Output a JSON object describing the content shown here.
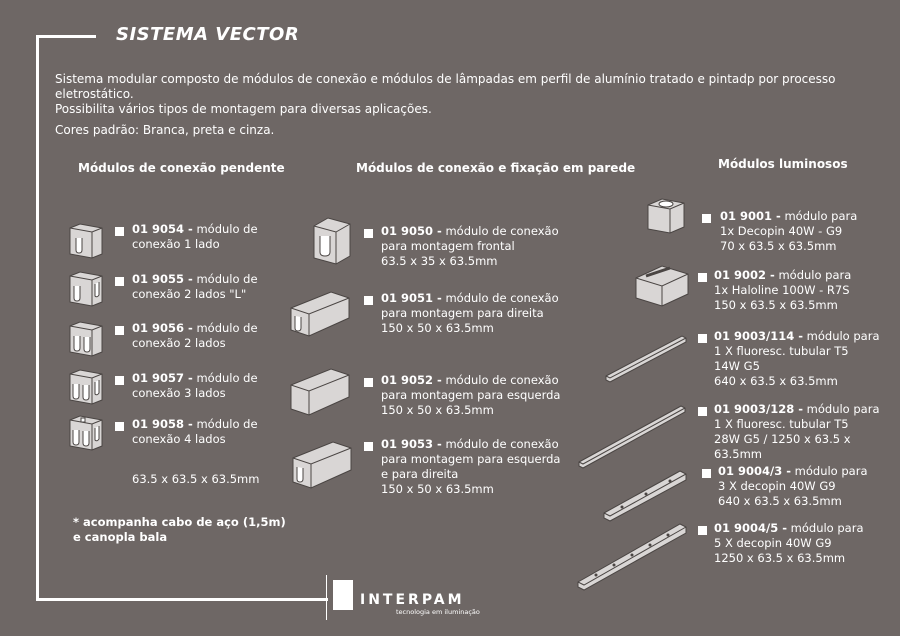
{
  "title": "SISTEMA VECTOR",
  "intro": {
    "line1": "Sistema modular composto de módulos de  conexão e módulos de lâmpadas em perfil de alumínio tratado e pintadp por processo eletrostático.",
    "line2": "Possibilita vários tipos de montagem para diversas aplicações."
  },
  "cores": "Cores padrão:  Branca, preta e cinza.",
  "columns": {
    "pendente": "Módulos de conexão pendente",
    "parede": "Módulos de conexão e fixação em parede",
    "luminosos": "Módulos  luminosos"
  },
  "pendente_items": [
    {
      "code": "01 9054 -",
      "l1": " módulo de",
      "l2": "conexão 1 lado"
    },
    {
      "code": "01 9055 -",
      "l1": " módulo de",
      "l2": "conexão 2 lados \"L\""
    },
    {
      "code": "01 9056 -",
      "l1": " módulo de",
      "l2": "conexão 2 lados"
    },
    {
      "code": "01 9057 -",
      "l1": " módulo de",
      "l2": "conexão 3 lados"
    },
    {
      "code": "01 9058 -",
      "l1": " módulo de",
      "l2": "conexão 4 lados"
    }
  ],
  "pendente_dims": "63.5 x 63.5 x 63.5mm",
  "pendente_note": {
    "l1": "* acompanha cabo de aço (1,5m)",
    "l2": "e canopla bala"
  },
  "parede_items": [
    {
      "code": "01 9050 -",
      "l1": " módulo de conexão",
      "l2": "para montagem frontal",
      "l3": "63.5 x 35 x 63.5mm",
      "l4": ""
    },
    {
      "code": "01 9051 -",
      "l1": " módulo de conexão",
      "l2": "para montagem para direita",
      "l3": "150 x 50 x 63.5mm",
      "l4": ""
    },
    {
      "code": "01 9052 -",
      "l1": " módulo de conexão",
      "l2": "para montagem para esquerda",
      "l3": "150 x 50 x 63.5mm",
      "l4": ""
    },
    {
      "code": "01 9053 -",
      "l1": " módulo de conexão",
      "l2": "para montagem para esquerda",
      "l3": "e para direita",
      "l4": "150 x 50 x 63.5mm"
    }
  ],
  "luminosos_items": [
    {
      "code": "01 9001 -",
      "l1": " módulo para",
      "l2": "1x Decopin 40W - G9",
      "l3": "70 x 63.5 x 63.5mm",
      "l4": ""
    },
    {
      "code": "01 9002 -",
      "l1": " módulo para",
      "l2": "1x Haloline 100W - R7S",
      "l3": "150 x 63.5 x 63.5mm",
      "l4": ""
    },
    {
      "code": "01 9003/114 -",
      "l1": " módulo para",
      "l2": "1 X fluoresc. tubular T5",
      "l3": "14W G5",
      "l4": "640 x 63.5 x 63.5mm"
    },
    {
      "code": "01 9003/128 -",
      "l1": " módulo para",
      "l2": "1 X fluoresc. tubular T5",
      "l3": "28W G5 / 1250 x 63.5 x 63.5mm",
      "l4": ""
    },
    {
      "code": "01 9004/3 -",
      "l1": " módulo para",
      "l2": "3 X decopin 40W G9",
      "l3": "640 x 63.5 x 63.5mm",
      "l4": ""
    },
    {
      "code": "01 9004/5 -",
      "l1": " módulo para",
      "l2": "5 X decopin 40W G9",
      "l3": "1250 x 63.5 x 63.5mm",
      "l4": ""
    }
  ],
  "logo": {
    "name": "INTERPAM",
    "tagline": "tecnologia em iluminação"
  },
  "colors": {
    "background": "#6e6765",
    "foreground": "#ffffff",
    "icon_fill": "#d9d6d5",
    "icon_stroke": "#4a4543"
  }
}
